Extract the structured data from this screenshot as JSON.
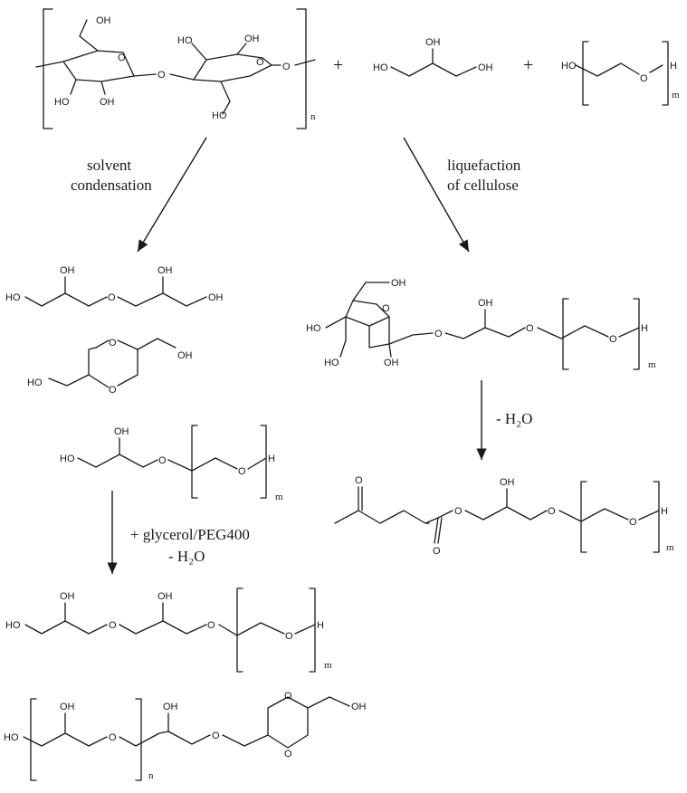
{
  "reagents": {
    "plus": "+",
    "subscript_n": "n",
    "subscript_m": "m"
  },
  "atoms": {
    "OH": "OH",
    "HO": "HO",
    "O": "O",
    "H": "H"
  },
  "conditions": {
    "solvent_line1": "solvent",
    "solvent_line2": "condensation",
    "liquefaction_line1": "liquefaction",
    "liquefaction_line2": "of cellulose",
    "dehydration": "- H₂O",
    "glycerol_peg": "+ glycerol/PEG400",
    "dehydration2": "- H₂O"
  }
}
